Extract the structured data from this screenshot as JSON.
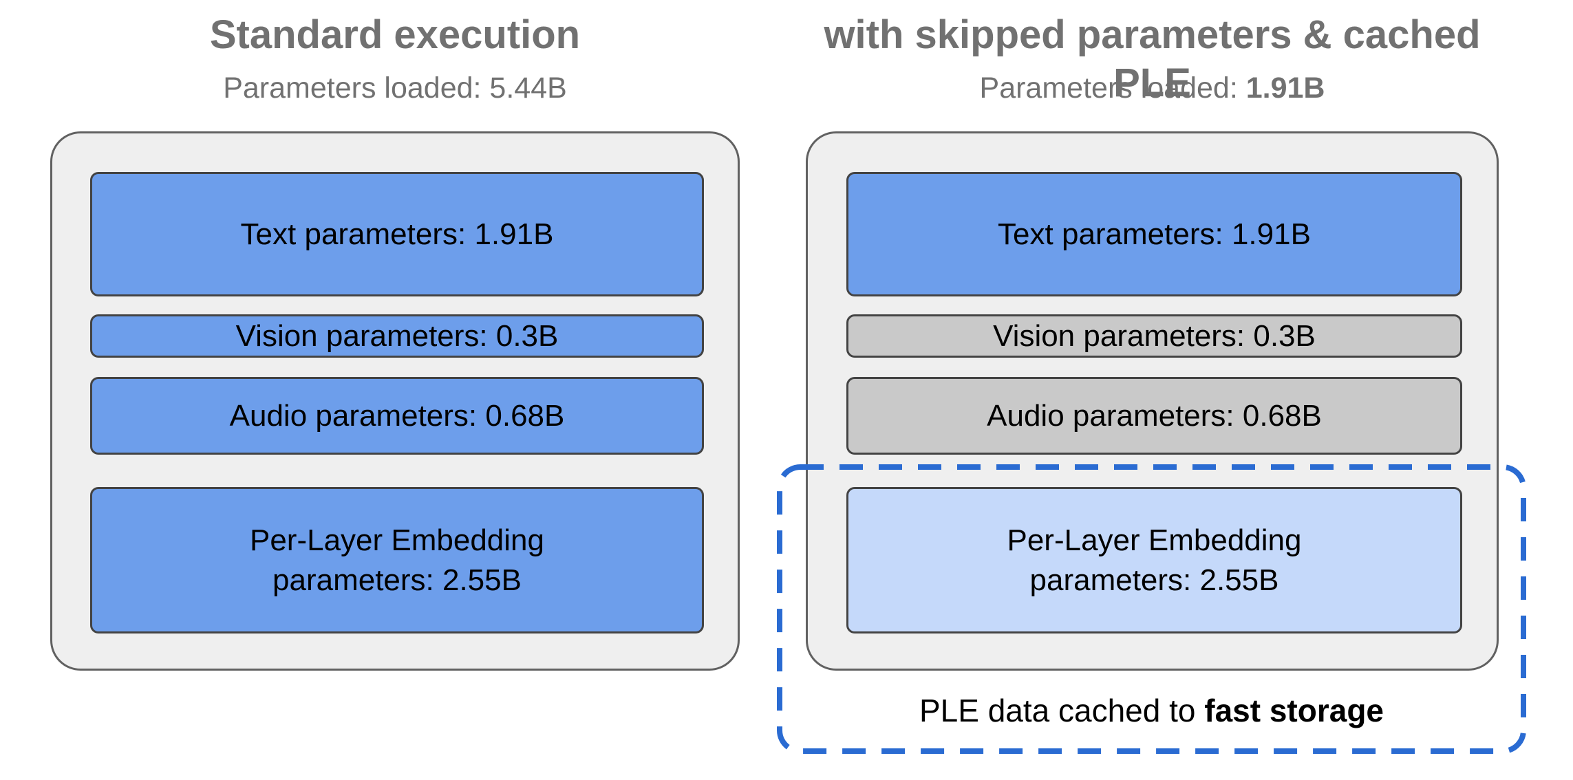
{
  "colors": {
    "bg": "#ffffff",
    "container-fill": "#efefef",
    "container-border": "#616161",
    "box-border": "#434343",
    "box-blue": "#6d9eeb",
    "box-gray": "#c9c9c9",
    "box-lightblue": "#c5d9fa",
    "dash-blue": "#2a6bd2",
    "title-gray": "#717171",
    "text-black": "#000000"
  },
  "panels": {
    "left": {
      "title": "Standard execution",
      "subtitle": {
        "prefix": "Parameters loaded: ",
        "value": "5.44B"
      },
      "boxes": [
        {
          "label": "Text parameters: 1.91B",
          "state": "loaded"
        },
        {
          "label": "Vision parameters: 0.3B",
          "state": "loaded"
        },
        {
          "label": "Audio parameters: 0.68B",
          "state": "loaded"
        },
        {
          "lines": [
            "Per-Layer Embedding",
            "parameters: 2.55B"
          ],
          "state": "loaded"
        }
      ]
    },
    "right": {
      "title": "with skipped parameters & cached PLE",
      "subtitle": {
        "prefix": "Parameters loaded: ",
        "value": "1.91B"
      },
      "boxes": [
        {
          "label": "Text parameters: 1.91B",
          "state": "loaded"
        },
        {
          "label": "Vision parameters: 0.3B",
          "state": "skipped"
        },
        {
          "label": "Audio parameters: 0.68B",
          "state": "skipped"
        },
        {
          "lines": [
            "Per-Layer Embedding",
            "parameters: 2.55B"
          ],
          "state": "cached"
        }
      ],
      "caption": {
        "prefix": "PLE data cached to ",
        "bold": "fast storage"
      }
    }
  }
}
